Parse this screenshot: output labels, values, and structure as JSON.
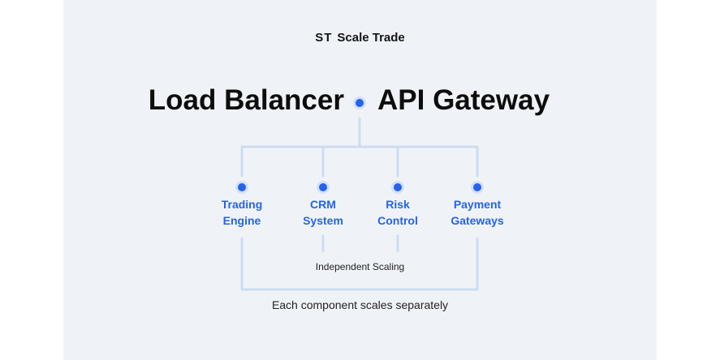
{
  "brand": {
    "logo_mark": "ST",
    "name": "Scale Trade"
  },
  "header": {
    "left_title": "Load Balancer",
    "right_title": "API Gateway"
  },
  "components": [
    {
      "line1": "Trading",
      "line2": "Engine"
    },
    {
      "line1": "CRM",
      "line2": "System"
    },
    {
      "line1": "Risk",
      "line2": "Control"
    },
    {
      "line1": "Payment",
      "line2": "Gateways"
    }
  ],
  "scaling_label": "Independent Scaling",
  "footer_text": "Each component scales separately",
  "colors": {
    "accent": "#2563eb",
    "line": "#cddcf2",
    "panel": "#eff3f8",
    "text": "#0d0d0d"
  }
}
